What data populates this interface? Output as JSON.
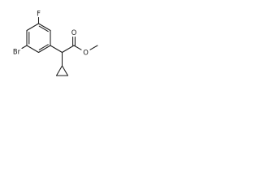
{
  "structure": {
    "atom_labels": {
      "fluorine": "F",
      "bromine": "Br",
      "carbonyl_oxygen": "O",
      "ester_oxygen": "O"
    },
    "bond_color": "#1a1a1a",
    "label_color": "#1a1a1a"
  }
}
